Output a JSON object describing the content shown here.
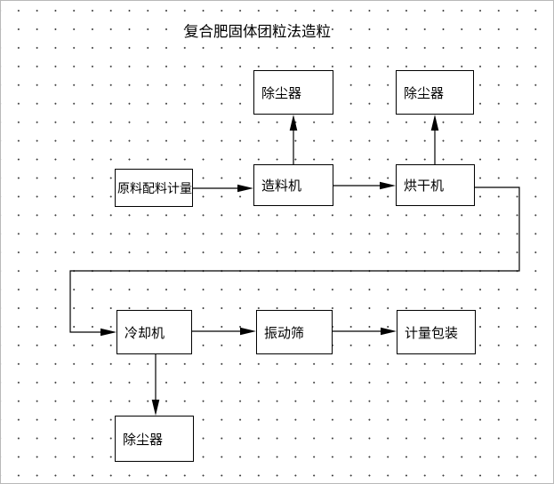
{
  "title": "复合肥固体团粒法造粒",
  "diagram": {
    "type": "flowchart",
    "nodes": {
      "batching": {
        "label": "原料配料计量"
      },
      "granulator": {
        "label": "造料机"
      },
      "dryer": {
        "label": "烘干机"
      },
      "dust_collector_1": {
        "label": "除尘器"
      },
      "dust_collector_2": {
        "label": "除尘器"
      },
      "cooler": {
        "label": "冷却机"
      },
      "vibrating_screen": {
        "label": "振动筛"
      },
      "packing": {
        "label": "计量包装"
      },
      "dust_collector_3": {
        "label": "除尘器"
      }
    },
    "edges": [
      {
        "from": "batching",
        "to": "granulator"
      },
      {
        "from": "granulator",
        "to": "dust_collector_1"
      },
      {
        "from": "granulator",
        "to": "dryer"
      },
      {
        "from": "dryer",
        "to": "dust_collector_2"
      },
      {
        "from": "dryer",
        "to": "cooler"
      },
      {
        "from": "cooler",
        "to": "vibrating_screen"
      },
      {
        "from": "cooler",
        "to": "dust_collector_3"
      },
      {
        "from": "vibrating_screen",
        "to": "packing"
      }
    ]
  }
}
